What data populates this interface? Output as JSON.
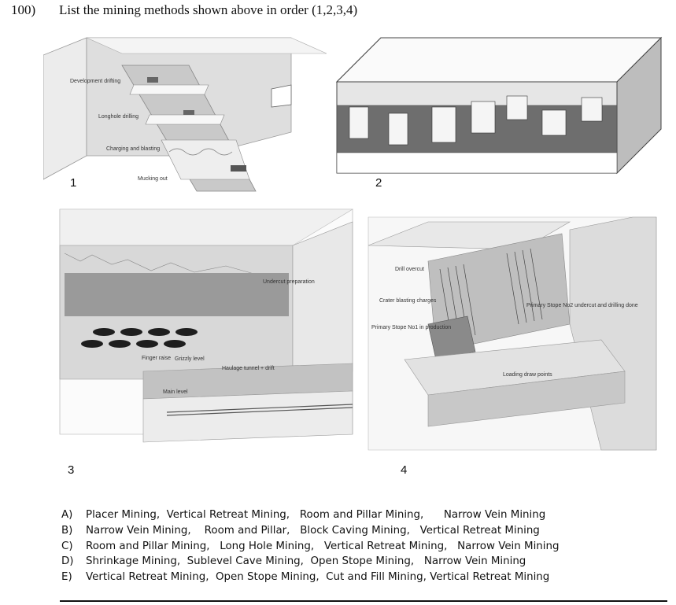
{
  "question": {
    "number": "100)",
    "text": "List the mining methods shown above in order (1,2,3,4)"
  },
  "figures": [
    {
      "number": "1",
      "labels": [
        "Development drifting",
        "Longhole drilling",
        "Charging and blasting",
        "Mucking out"
      ]
    },
    {
      "number": "2",
      "labels": []
    },
    {
      "number": "3",
      "labels": [
        "Undercut preparation",
        "Finger raise",
        "Grizzly level",
        "Haulage tunnel + drift",
        "Main level"
      ]
    },
    {
      "number": "4",
      "labels": [
        "Drill overcut",
        "Crater blasting charges",
        "Primary Stope No1 in production",
        "Primary Stope No2 undercut and drilling done",
        "Loading draw points"
      ]
    }
  ],
  "options": [
    {
      "letter": "A)",
      "text": "Placer Mining,  Vertical Retreat Mining,   Room and Pillar Mining,      Narrow Vein Mining"
    },
    {
      "letter": "B)",
      "text": "Narrow Vein Mining,    Room and Pillar,   Block Caving Mining,   Vertical Retreat Mining"
    },
    {
      "letter": "C)",
      "text": "Room and Pillar Mining,   Long Hole Mining,   Vertical Retreat Mining,   Narrow Vein Mining"
    },
    {
      "letter": "D)",
      "text": "Shrinkage Mining,  Sublevel Cave Mining,  Open Stope Mining,   Narrow Vein Mining"
    },
    {
      "letter": "E)",
      "text": "Vertical Retreat Mining,  Open Stope Mining,  Cut and Fill Mining, Vertical Retreat Mining"
    }
  ]
}
